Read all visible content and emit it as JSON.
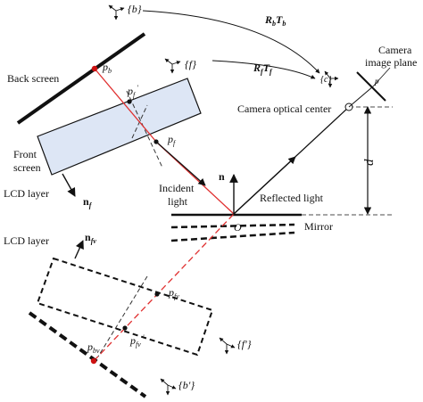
{
  "labels": {
    "back_screen": "Back screen",
    "front_screen_1": "Front",
    "front_screen_2": "screen",
    "lcd_layer_top": "LCD layer",
    "lcd_layer_bottom": "LCD layer",
    "incident_1": "Incident",
    "incident_2": "light",
    "reflected": "Reflected light",
    "mirror": "Mirror",
    "origin": "O",
    "distance": "d",
    "camera_optical_center": "Camera optical center",
    "camera_image_plane_1": "Camera",
    "camera_image_plane_2": "image plane",
    "p_camera": "p",
    "n_mirror": "n",
    "n_f": "n",
    "n_f_sub": "f",
    "n_fv": "n",
    "n_fv_sub": "fv",
    "p_b": "p",
    "p_b_sub": "b",
    "p_f_prime": "p",
    "p_f_prime_sub": "f",
    "p_f_prime_mark": "'",
    "p_f": "p",
    "p_f_sub": "f",
    "p_fv": "p",
    "p_fv_sub": "fv",
    "p_fv_prime": "p",
    "p_fv_prime_sub": "fv",
    "p_fv_prime_mark": "'",
    "p_bv": "p",
    "p_bv_sub": "bv",
    "frame_b": "{b}",
    "frame_f": "{f}",
    "frame_c": "{c}",
    "frame_f_prime": "{f'}",
    "frame_b_prime": "{b'}",
    "rb": "R",
    "rb_sub": "b",
    "tb": "T",
    "tb_sub": "b",
    "rf": "R",
    "rf_sub": "f",
    "tf": "T",
    "tf_sub": "f"
  },
  "colors": {
    "ray": "#e03030",
    "point": "#cc1111",
    "front_screen_fill": "#dde6f5",
    "ink": "#111111"
  }
}
